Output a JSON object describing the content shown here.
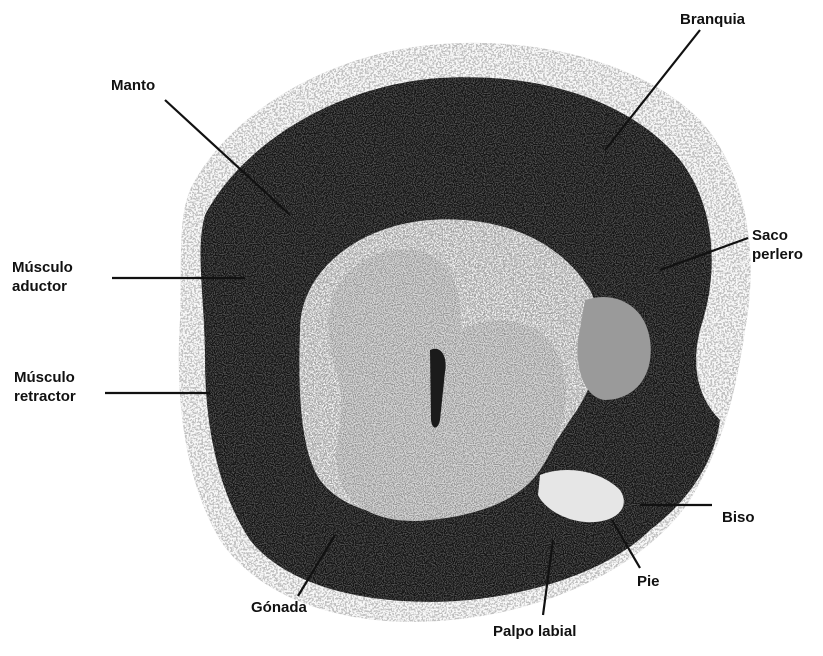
{
  "labels": {
    "manto": "Manto",
    "branquia": "Branquia",
    "saco_perlero": [
      "Saco",
      "perlero"
    ],
    "musculo_aductor": [
      "Músculo",
      "aductor"
    ],
    "musculo_retractor": [
      "Músculo",
      "retractor"
    ],
    "biso": "Biso",
    "pie": "Pie",
    "gonada": "Gónada",
    "palpo_labial": "Palpo labial"
  },
  "colors": {
    "tissue_dark": "#141414",
    "tissue_mid": "#3a3a3a",
    "tissue_light": "#cfcfcf",
    "background": "#ffffff",
    "ink": "#111111"
  }
}
